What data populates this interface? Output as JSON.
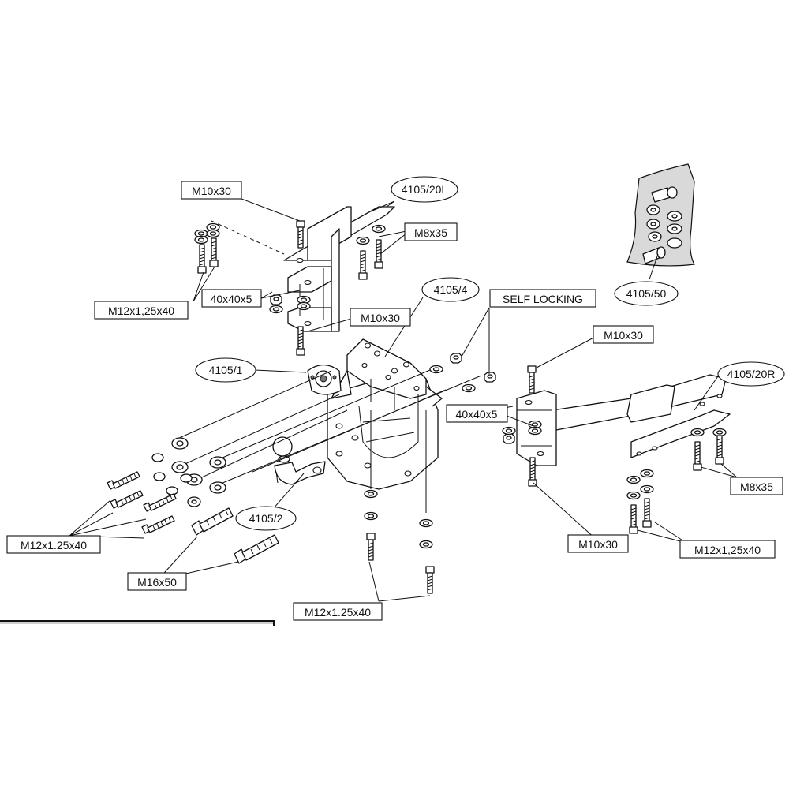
{
  "labels": {
    "m10x30_top": "M10x30",
    "p4105_20l": "4105/20L",
    "m8x35_top": "M8x35",
    "m12_top": "M12x1,25x40",
    "w40_top": "40x40x5",
    "m10x30_mid": "M10x30",
    "p4105_4": "4105/4",
    "self_locking": "SELF LOCKING",
    "p4105_1": "4105/1",
    "p4105_50": "4105/50",
    "m10x30_right_top": "M10x30",
    "p4105_20r": "4105/20R",
    "w40_right": "40x40x5",
    "m8x35_right": "M8x35",
    "m10x30_right_bottom": "M10x30",
    "m12_right": "M12x1,25x40",
    "m12_left": "M12x1.25x40",
    "p4105_2": "4105/2",
    "m16x50": "M16x50",
    "m12_bottom": "M12x1.25x40"
  },
  "icons": {
    "washer": "washer-icon",
    "nut": "nut-icon",
    "bolt": "bolt-icon"
  }
}
